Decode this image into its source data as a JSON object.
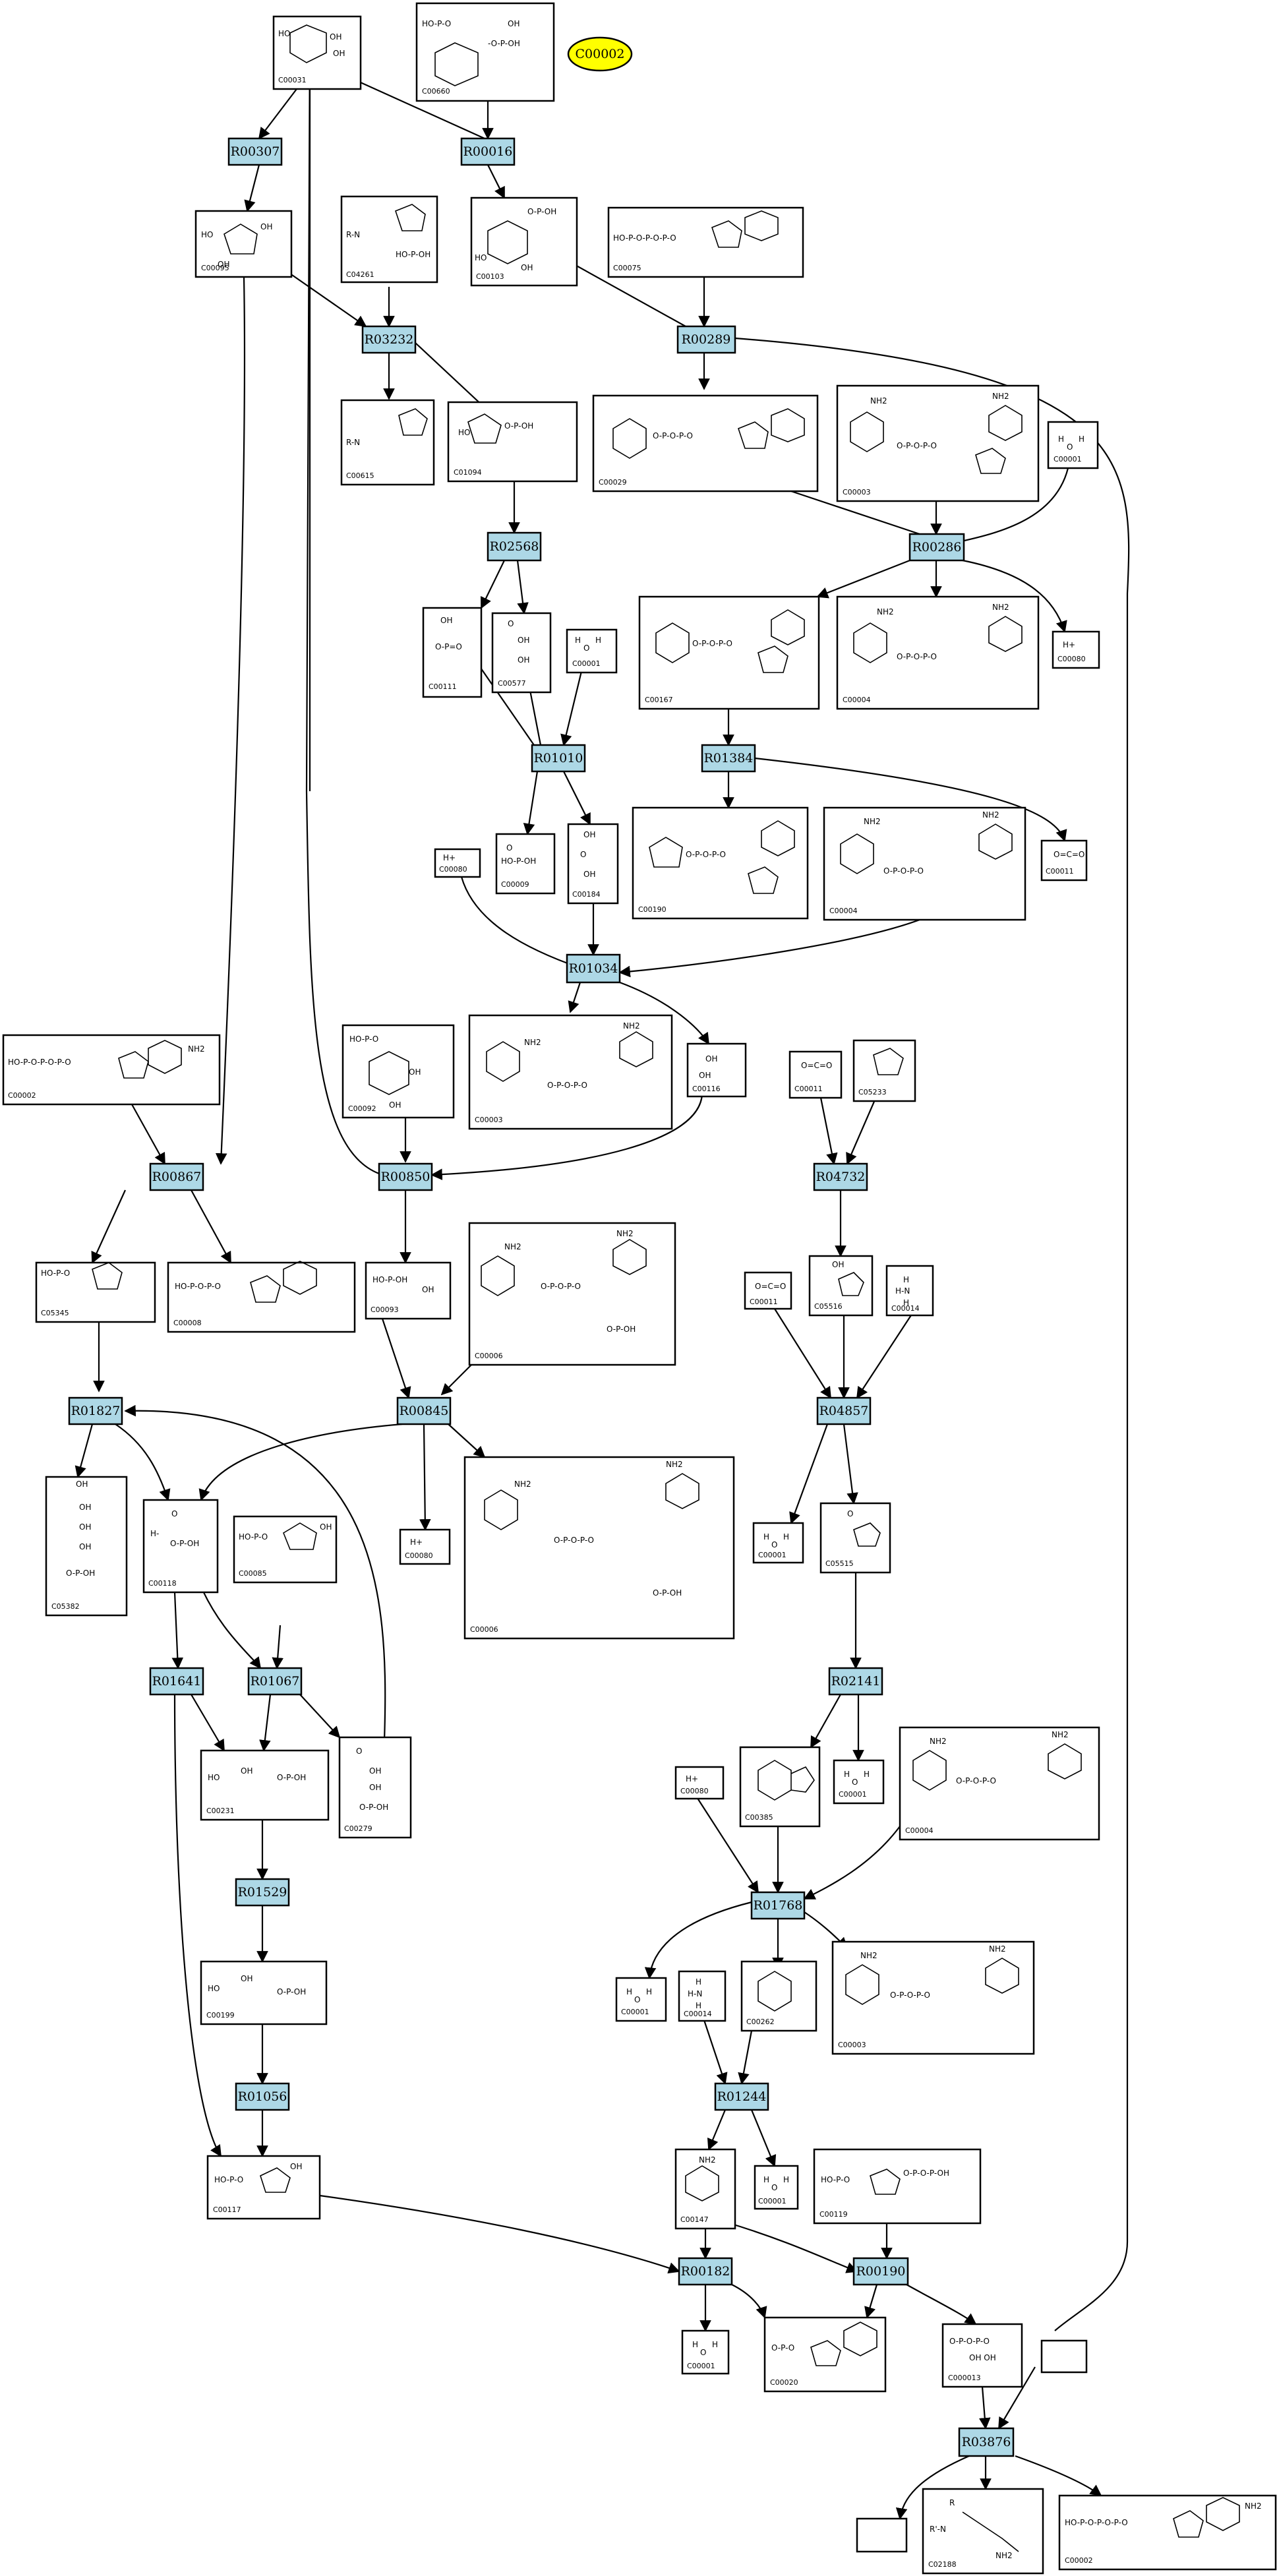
{
  "highlight": {
    "id": "C00002",
    "label": "C00002",
    "color": "#ffff00"
  },
  "reaction_color": "#add8e6",
  "reactions": [
    {
      "id": "R00307",
      "label": "R00307"
    },
    {
      "id": "R00016",
      "label": "R00016"
    },
    {
      "id": "R03232",
      "label": "R03232"
    },
    {
      "id": "R00289",
      "label": "R00289"
    },
    {
      "id": "R02568",
      "label": "R02568"
    },
    {
      "id": "R00286",
      "label": "R00286"
    },
    {
      "id": "R01010",
      "label": "R01010"
    },
    {
      "id": "R01384",
      "label": "R01384"
    },
    {
      "id": "R01034",
      "label": "R01034"
    },
    {
      "id": "R00867",
      "label": "R00867"
    },
    {
      "id": "R00850",
      "label": "R00850"
    },
    {
      "id": "R04732",
      "label": "R04732"
    },
    {
      "id": "R01827",
      "label": "R01827"
    },
    {
      "id": "R00845",
      "label": "R00845"
    },
    {
      "id": "R04857",
      "label": "R04857"
    },
    {
      "id": "R01641",
      "label": "R01641"
    },
    {
      "id": "R01067",
      "label": "R01067"
    },
    {
      "id": "R02141",
      "label": "R02141"
    },
    {
      "id": "R01529",
      "label": "R01529"
    },
    {
      "id": "R01768",
      "label": "R01768"
    },
    {
      "id": "R01056",
      "label": "R01056"
    },
    {
      "id": "R01244",
      "label": "R01244"
    },
    {
      "id": "R00182",
      "label": "R00182"
    },
    {
      "id": "R00190",
      "label": "R00190"
    },
    {
      "id": "R03876",
      "label": "R03876"
    }
  ],
  "compounds": [
    {
      "id": "n_C00031",
      "label": "C00031"
    },
    {
      "id": "n_C00660",
      "label": "C00660"
    },
    {
      "id": "n_C00095",
      "label": "C00095"
    },
    {
      "id": "n_C04261",
      "label": "C04261"
    },
    {
      "id": "n_C00103",
      "label": "C00103"
    },
    {
      "id": "n_C00075",
      "label": "C00075"
    },
    {
      "id": "n_C00615",
      "label": "C00615"
    },
    {
      "id": "n_C01094",
      "label": "C01094"
    },
    {
      "id": "n_C00029",
      "label": "C00029"
    },
    {
      "id": "n_C00003a",
      "label": "C00003"
    },
    {
      "id": "n_C00001a",
      "label": "C00001",
      "formula": "H2O"
    },
    {
      "id": "n_C00111a",
      "label": "C00111"
    },
    {
      "id": "n_C00577",
      "label": "C00577"
    },
    {
      "id": "n_C00001b",
      "label": "C00001",
      "formula": "H2O"
    },
    {
      "id": "n_C00167",
      "label": "C00167"
    },
    {
      "id": "n_C00004a",
      "label": "C00004"
    },
    {
      "id": "n_C00080a",
      "label": "C00080",
      "formula": "H+"
    },
    {
      "id": "n_C00009",
      "label": "C00009"
    },
    {
      "id": "n_C00184",
      "label": "C00184"
    },
    {
      "id": "n_C00190",
      "label": "C00190"
    },
    {
      "id": "n_C00004b",
      "label": "C00004"
    },
    {
      "id": "n_C00011a",
      "label": "C00011"
    },
    {
      "id": "n_C00080b",
      "label": "C00080",
      "formula": "H+"
    },
    {
      "id": "n_C00002a",
      "label": "C00002"
    },
    {
      "id": "n_C00092",
      "label": "C00092"
    },
    {
      "id": "n_C00003b",
      "label": "C00003"
    },
    {
      "id": "n_C00116",
      "label": "C00116"
    },
    {
      "id": "n_C00011b",
      "label": "C00011"
    },
    {
      "id": "n_C05233",
      "label": "C05233"
    },
    {
      "id": "n_C05345",
      "label": "C05345"
    },
    {
      "id": "n_C00008",
      "label": "C00008"
    },
    {
      "id": "n_C00093",
      "label": "C00093"
    },
    {
      "id": "n_C00006a",
      "label": "C00006"
    },
    {
      "id": "n_C00011c",
      "label": "C00011"
    },
    {
      "id": "n_C05516",
      "label": "C05516"
    },
    {
      "id": "n_C00014a",
      "label": "C00014",
      "formula": "NH3"
    },
    {
      "id": "n_C05382",
      "label": "C05382"
    },
    {
      "id": "n_C00118",
      "label": "C00118"
    },
    {
      "id": "n_C00085",
      "label": "C00085"
    },
    {
      "id": "n_C00080c",
      "label": "C00080",
      "formula": "H+"
    },
    {
      "id": "n_C00006b",
      "label": "C00006"
    },
    {
      "id": "n_C00001c",
      "label": "C00001",
      "formula": "H2O"
    },
    {
      "id": "n_C05515",
      "label": "C05515"
    },
    {
      "id": "n_C00231",
      "label": "C00231"
    },
    {
      "id": "n_C00279",
      "label": "C00279"
    },
    {
      "id": "n_C00001d",
      "label": "C00001",
      "formula": "H2O"
    },
    {
      "id": "n_C00080d",
      "label": "C00080",
      "formula": "H+"
    },
    {
      "id": "n_C00385",
      "label": "C00385"
    },
    {
      "id": "n_C00004c",
      "label": "C00004"
    },
    {
      "id": "n_C00199",
      "label": "C00199"
    },
    {
      "id": "n_C00001e",
      "label": "C00001",
      "formula": "H2O"
    },
    {
      "id": "n_C00014b",
      "label": "C00014",
      "formula": "NH3"
    },
    {
      "id": "n_C00262",
      "label": "C00262"
    },
    {
      "id": "n_C00003c",
      "label": "C00003"
    },
    {
      "id": "n_C00117",
      "label": "C00117"
    },
    {
      "id": "n_C00147",
      "label": "C00147"
    },
    {
      "id": "n_C00001f",
      "label": "C00001",
      "formula": "H2O"
    },
    {
      "id": "n_C00119",
      "label": "C00119"
    },
    {
      "id": "n_C00001g",
      "label": "C00001",
      "formula": "H2O"
    },
    {
      "id": "n_C00020",
      "label": "C00020"
    },
    {
      "id": "n_C00013",
      "label": "C000013"
    },
    {
      "id": "n_blank1",
      "label": ""
    },
    {
      "id": "n_blank2",
      "label": ""
    },
    {
      "id": "n_C02188",
      "label": "C02188"
    },
    {
      "id": "n_C00002b",
      "label": "C00002"
    }
  ]
}
